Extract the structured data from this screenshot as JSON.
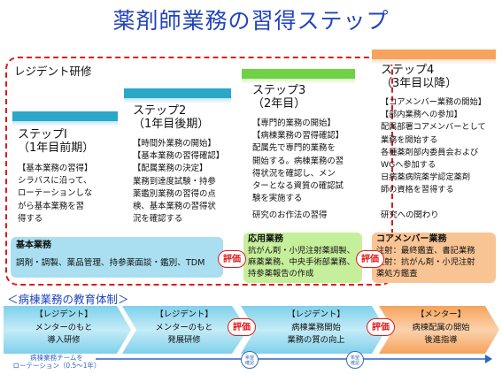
{
  "title": "薬剤師業務の習得ステップ",
  "residency_label": "レジデント研修",
  "steps": [
    {
      "title_lines": [
        "ステップⅠ",
        "（1年目前期）"
      ],
      "body_lines": [
        "【基本業務の習得】",
        "シラバスに沿って、",
        "ローテーションしな",
        "がら基本業務を習",
        "得する"
      ]
    },
    {
      "title_lines": [
        "ステップ2",
        "（1年目後期）"
      ],
      "body_lines": [
        "【時間外業務の開始】",
        "【基本業務の習得確認】",
        "【配属業務の決定】",
        "業務到達度試験・持参",
        "薬鑑別業務の習得の点",
        "検、基本業務の習得状",
        "況を確認する"
      ]
    },
    {
      "title_lines": [
        "ステップ3",
        "（2年目）"
      ],
      "body_lines": [
        "【専門的業務の開始】",
        "【病棟業務の習得確認】",
        "配属先で専門的業務を",
        "開始する。病棟業務の習",
        "得状況を確認し、メン",
        "ターとなる資質の確認試",
        "験を実施する"
      ],
      "extra": "研究のお作法の習得"
    },
    {
      "title_lines": [
        "ステップ4",
        "（3年目以降）"
      ],
      "body_lines": [
        "【コアメンバー業務の開始】",
        "【部内業務への参加】",
        "配属部署コアメンバーとして",
        "業務を開始する",
        "各種薬剤部内委員会および",
        "WGへ参加する",
        "日病薬病院薬学認定薬剤",
        "師の資格を習得する"
      ],
      "extra": "研究への関わり"
    }
  ],
  "basic_ops": {
    "label": "基本業務",
    "text": "調剤・調製、薬品管理、持参薬面談・鑑別、TDM"
  },
  "applied_ops": {
    "label": "応用業務",
    "lines": [
      "抗がん剤・小児注射薬調製、",
      "麻薬業務、中央手術部業務、",
      "持参薬報告の作成"
    ]
  },
  "core_ops": {
    "label": "コアメンバー業務",
    "lines": [
      "注射：最終鑑査、書記業務",
      "注射：抗がん剤・小児注射",
      "薬処方鑑査"
    ]
  },
  "eval_label": "評価",
  "ward_system_title": "＜病棟業務の教育体制＞",
  "chevrons": [
    {
      "lines": [
        "【レジデント】",
        "メンターのもと",
        "導入研修"
      ]
    },
    {
      "lines": [
        "【レジデント】",
        "メンターのもと",
        "発展研修"
      ]
    },
    {
      "lines": [
        "【レジデント】",
        "病棟業務開始",
        "業務の質の向上"
      ]
    },
    {
      "lines": [
        "【メンター】",
        "病棟配属の開始",
        "後進指導"
      ]
    }
  ],
  "rotation_note": [
    "病棟業務チームを",
    "ローテーション（0.5〜1年）"
  ],
  "hope_confirm": [
    "希望",
    "確認"
  ],
  "colors": {
    "blue": "#2aa7c9",
    "green": "#6fd144",
    "orange": "#f7a35c",
    "title": "#2244bb",
    "red": "#e21c1c"
  }
}
